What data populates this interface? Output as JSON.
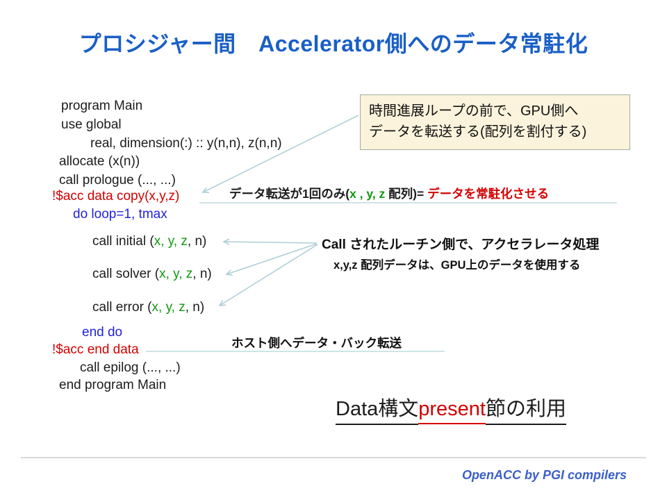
{
  "title": "プロシジャー間　Accelerator側へのデータ常駐化",
  "code": {
    "lines": [
      {
        "text": "program Main"
      },
      {
        "text": "use global"
      },
      {
        "text": "real, dimension(:) :: y(n,n), z(n,n)"
      },
      {
        "text": "allocate (x(n))"
      },
      {
        "text": "call prologue (..., ...)"
      },
      {
        "text": "!$acc data copy(x,y,z)"
      },
      {
        "text": "do  loop=1, tmax"
      },
      {
        "pre": "call initial (",
        "vars": "x, y, z",
        "post": ", n)"
      },
      {
        "pre": "call solver (",
        "vars": "x, y, z",
        "post": ", n)"
      },
      {
        "pre": "call error (",
        "vars": "x, y, z",
        "post": ", n)"
      },
      {
        "text": "end do"
      },
      {
        "text": "!$acc end data"
      },
      {
        "text": "call epilog (..., ...)"
      },
      {
        "text": "end program Main"
      }
    ]
  },
  "callout_box": {
    "line1": "時間進展ループの前で、GPU側へ",
    "line2": "データを転送する(配列を割付する)"
  },
  "transfer_note": {
    "pre": "データ転送が1回のみ(",
    "vars": "x , y, z",
    "mid": " 配列)= ",
    "red": "データを常駐化させる"
  },
  "call_note_1": "Call されたルーチン側で、アクセラレータ処理",
  "call_note_2": "x,y,z  配列データは、GPU上のデータを使用する",
  "host_note": "ホスト側へデータ・バック転送",
  "data_present": {
    "pre": "Data構文 ",
    "red": "present",
    "post": " 節の利用 "
  },
  "footer": "OpenACC by PGI compilers",
  "colors": {
    "title_blue": "#1A5FC6",
    "code_red": "#D40000",
    "code_green": "#119911",
    "code_blue": "#2222DD",
    "annotation_red": "#D40000",
    "arrow_blue": "#AECFD6",
    "underline_blue": "#BFDCE0",
    "box_bg": "#FCF3DC",
    "box_border": "#9FAE9B",
    "footer_blue": "#3A5FC8",
    "divider_gray": "#D8D8D8"
  }
}
